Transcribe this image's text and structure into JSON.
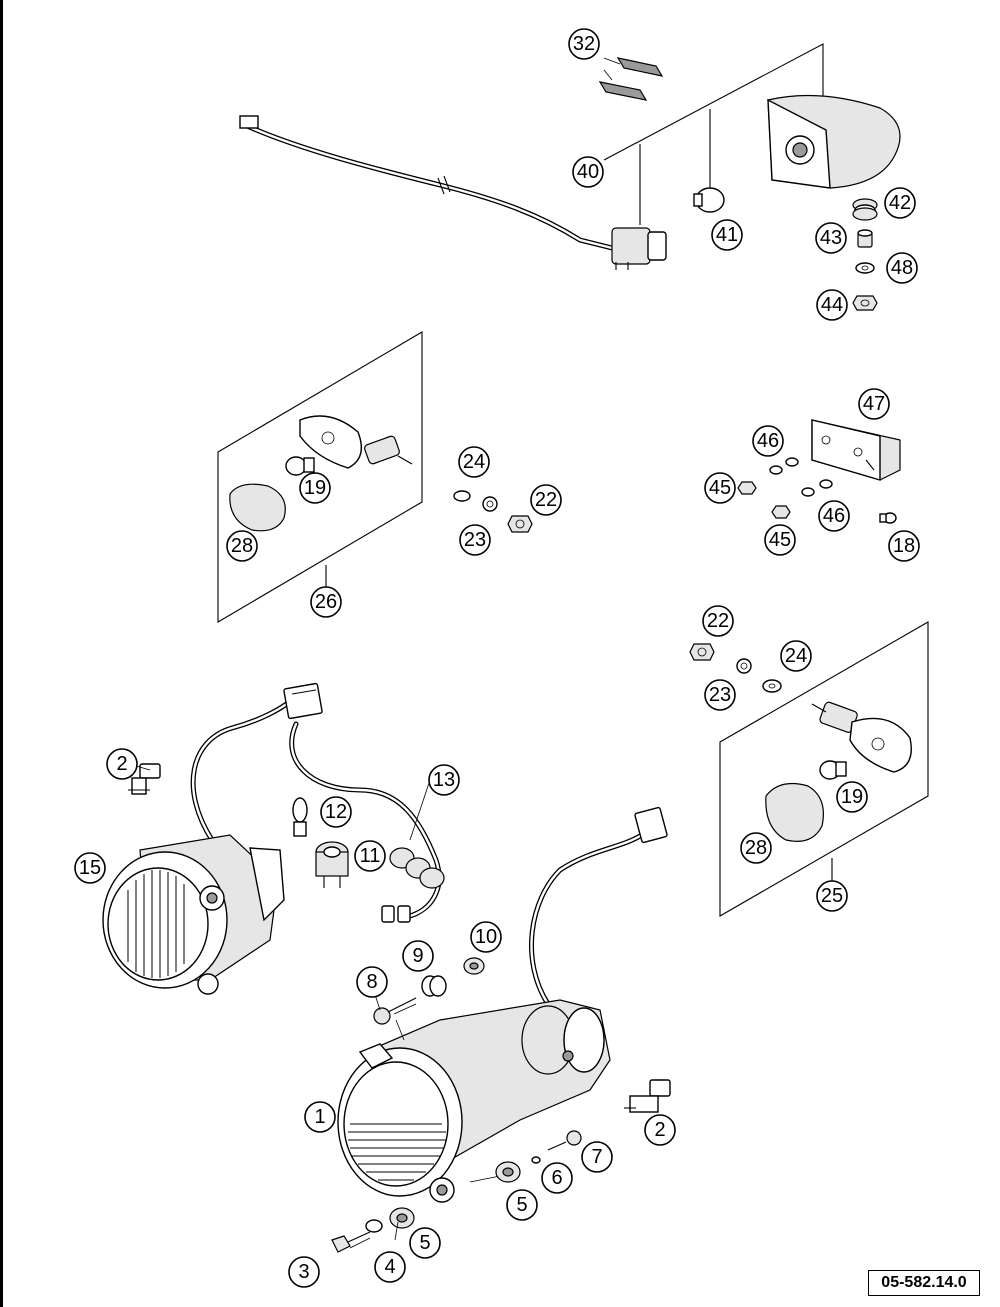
{
  "drawing_number": "05-582.14.0",
  "callouts": [
    {
      "id": "c32",
      "label": "32"
    },
    {
      "id": "c40",
      "label": "40"
    },
    {
      "id": "c41",
      "label": "41"
    },
    {
      "id": "c42",
      "label": "42"
    },
    {
      "id": "c43",
      "label": "43"
    },
    {
      "id": "c48",
      "label": "48"
    },
    {
      "id": "c44",
      "label": "44"
    },
    {
      "id": "c19a",
      "label": "19"
    },
    {
      "id": "c28a",
      "label": "28"
    },
    {
      "id": "c26",
      "label": "26"
    },
    {
      "id": "c24a",
      "label": "24"
    },
    {
      "id": "c22a",
      "label": "22"
    },
    {
      "id": "c23a",
      "label": "23"
    },
    {
      "id": "c47",
      "label": "47"
    },
    {
      "id": "c46a",
      "label": "46"
    },
    {
      "id": "c45a",
      "label": "45"
    },
    {
      "id": "c46b",
      "label": "46"
    },
    {
      "id": "c45b",
      "label": "45"
    },
    {
      "id": "c18",
      "label": "18"
    },
    {
      "id": "c22b",
      "label": "22"
    },
    {
      "id": "c24b",
      "label": "24"
    },
    {
      "id": "c23b",
      "label": "23"
    },
    {
      "id": "c19b",
      "label": "19"
    },
    {
      "id": "c28b",
      "label": "28"
    },
    {
      "id": "c25",
      "label": "25"
    },
    {
      "id": "c2a",
      "label": "2"
    },
    {
      "id": "c13",
      "label": "13"
    },
    {
      "id": "c12",
      "label": "12"
    },
    {
      "id": "c11",
      "label": "11"
    },
    {
      "id": "c15",
      "label": "15"
    },
    {
      "id": "c10",
      "label": "10"
    },
    {
      "id": "c9",
      "label": "9"
    },
    {
      "id": "c8",
      "label": "8"
    },
    {
      "id": "c1",
      "label": "1"
    },
    {
      "id": "c2b",
      "label": "2"
    },
    {
      "id": "c7",
      "label": "7"
    },
    {
      "id": "c6",
      "label": "6"
    },
    {
      "id": "c5a",
      "label": "5"
    },
    {
      "id": "c5b",
      "label": "5"
    },
    {
      "id": "c4",
      "label": "4"
    },
    {
      "id": "c3",
      "label": "3"
    }
  ]
}
